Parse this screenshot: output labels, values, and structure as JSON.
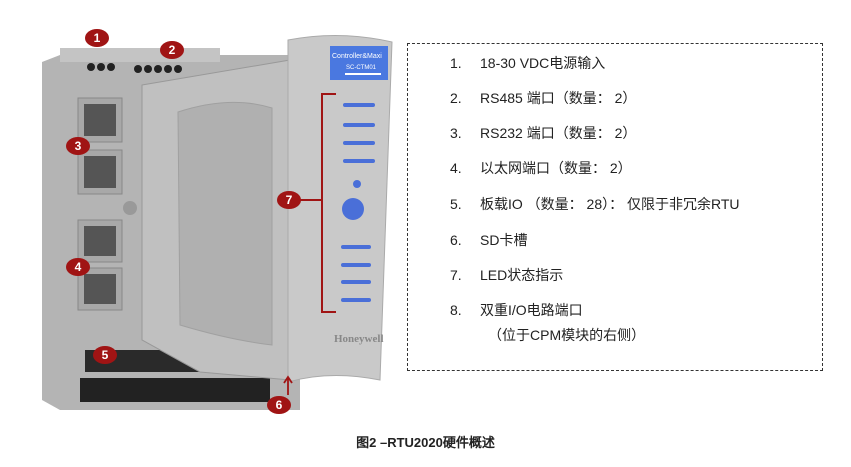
{
  "figure": {
    "device_labels": {
      "display_line1": "Controller&Maxi",
      "display_line2": "SC-CTM01",
      "brand": "Honeywell"
    },
    "callouts": [
      "1",
      "2",
      "3",
      "4",
      "5",
      "6",
      "7"
    ],
    "legend": {
      "items": [
        {
          "num": "1.",
          "text": "18-30 VDC电源输入"
        },
        {
          "num": "2.",
          "text": "RS485 端口（数量： 2）"
        },
        {
          "num": "3.",
          "text": "RS232 端口（数量： 2）"
        },
        {
          "num": "4.",
          "text": "以太网端口（数量： 2）"
        },
        {
          "num": "5.",
          "text": "板载IO （数量： 28）： 仅限于非冗余RTU"
        },
        {
          "num": "6.",
          "text": "SD卡槽"
        },
        {
          "num": "7.",
          "text": "LED状态指示"
        },
        {
          "num": "8.",
          "text": "双重I/O电路端口"
        }
      ],
      "item8_subline": "（位于CPM模块的右侧）"
    },
    "caption": "图2 –RTU2020硬件概述",
    "colors": {
      "callout": "#a01414",
      "led": "#4a6fd8",
      "display": "#4a78e0"
    }
  }
}
